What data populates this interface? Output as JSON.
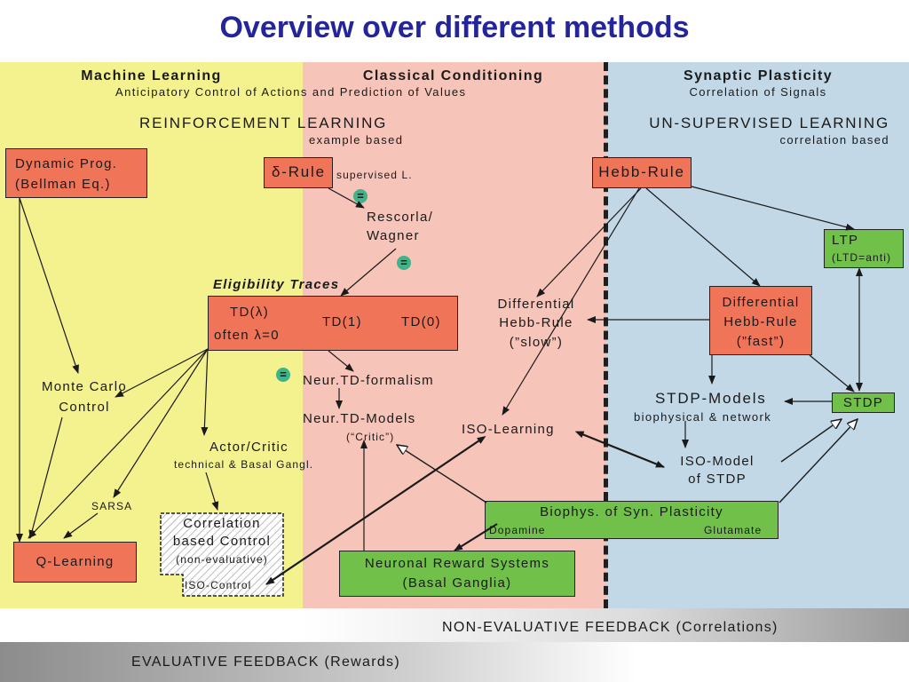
{
  "title": "Overview over different methods",
  "columns": {
    "ml": {
      "title": "Machine Learning",
      "subtitle": "Anticipatory Control of Actions and Prediction of Values"
    },
    "cc": {
      "title": "Classical Conditioning"
    },
    "sp": {
      "title": "Synaptic Plasticity",
      "subtitle": "Correlation of Signals"
    }
  },
  "sections": {
    "rl": {
      "title": "REINFORCEMENT LEARNING",
      "subtitle": "example based"
    },
    "ul": {
      "title": "UN-SUPERVISED LEARNING",
      "subtitle": "correlation based"
    }
  },
  "nodes": {
    "dynprog": {
      "line1": "Dynamic Prog.",
      "line2": "(Bellman Eq.)"
    },
    "delta": {
      "label": "δ-Rule",
      "note": "supervised L."
    },
    "rescorla": {
      "line1": "Rescorla/",
      "line2": "Wagner"
    },
    "eligibility": "Eligibility Traces",
    "td": {
      "lambda": "TD(λ)",
      "often": "often λ=0",
      "td1": "TD(1)",
      "td0": "TD(0)"
    },
    "diffhebb_slow": {
      "line1": "Differential",
      "line2": "Hebb-Rule",
      "line3": "(”slow”)"
    },
    "hebb": "Hebb-Rule",
    "ltp": {
      "line1": "LTP",
      "line2": "(LTD=anti)"
    },
    "diffhebb_fast": {
      "line1": "Differential",
      "line2": "Hebb-Rule",
      "line3": "(”fast”)"
    },
    "montecarlo": {
      "line1": "Monte Carlo",
      "line2": "Control"
    },
    "neur_formalism": "Neur.TD-formalism",
    "neur_models": {
      "line1": "Neur.TD-Models",
      "line2": "(“Critic”)"
    },
    "stdp_models": {
      "line1": "STDP-Models",
      "line2": "biophysical & network"
    },
    "stdp": "STDP",
    "iso_learning": "ISO-Learning",
    "actor": {
      "line1": "Actor/Critic",
      "line2": "technical & Basal Gangl."
    },
    "iso_model": {
      "line1": "ISO-Model",
      "line2": "of STDP"
    },
    "sarsa": "SARSA",
    "corr_control": {
      "line1": "Correlation",
      "line2": "based Control",
      "line3": "(non-evaluative)",
      "line4": "ISO-Control"
    },
    "qlearning": "Q-Learning",
    "biophys": {
      "line1": "Biophys. of Syn. Plasticity",
      "dopamine": "Dopamine",
      "glutamate": "Glutamate"
    },
    "reward": {
      "line1": "Neuronal Reward Systems",
      "line2": "(Basal Ganglia)"
    }
  },
  "equal_sign": "=",
  "feedback": {
    "nonevaluative": "NON-EVALUATIVE FEEDBACK (Correlations)",
    "evaluative": "EVALUATIVE FEEDBACK (Rewards)"
  },
  "colors": {
    "title": "#24259a",
    "red_box": "#f07458",
    "green_box": "#70c04a",
    "yellow_bg": "#f4f18f",
    "pink_bg": "#f6c4b8",
    "blue_bg": "#c2d8e6",
    "equal_badge": "#3fb389"
  }
}
